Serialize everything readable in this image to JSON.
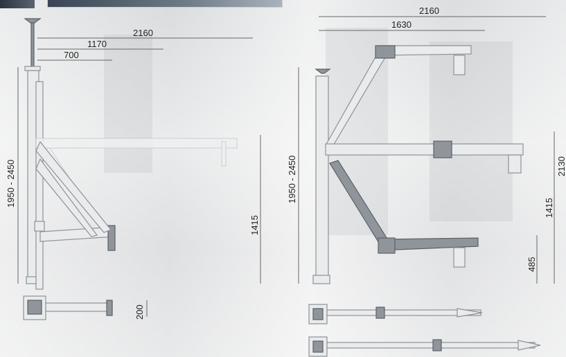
{
  "left_diagram": {
    "dim_2160": "2160",
    "dim_1170": "1170",
    "dim_700": "700",
    "dim_height_range": "1950 - 2450",
    "dim_1415": "1415",
    "dim_200": "200"
  },
  "right_diagram": {
    "dim_2160": "2160",
    "dim_1630": "1630",
    "dim_height_range": "1950 - 2450",
    "dim_2130": "2130",
    "dim_1415": "1415",
    "dim_485": "485"
  },
  "colors": {
    "background": "#dedfe0",
    "frame": "#e9ebec",
    "frame_dark": "#8f959a",
    "dimension_line": "#666666"
  }
}
